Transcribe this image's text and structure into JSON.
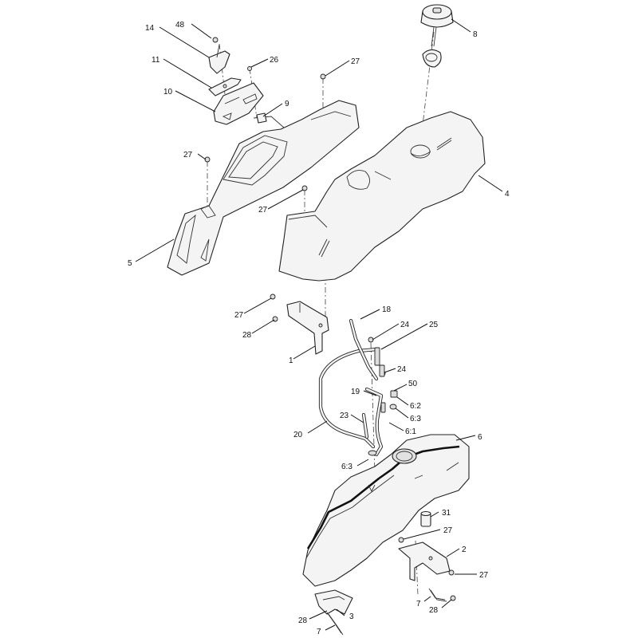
{
  "diagram": {
    "callouts": [
      {
        "id": "c48",
        "text": "48"
      },
      {
        "id": "c14",
        "text": "14"
      },
      {
        "id": "c11",
        "text": "11"
      },
      {
        "id": "c26",
        "text": "26"
      },
      {
        "id": "c27a",
        "text": "27"
      },
      {
        "id": "c10",
        "text": "10"
      },
      {
        "id": "c9",
        "text": "9"
      },
      {
        "id": "c8",
        "text": "8"
      },
      {
        "id": "c27b",
        "text": "27"
      },
      {
        "id": "c4",
        "text": "4"
      },
      {
        "id": "c27c",
        "text": "27"
      },
      {
        "id": "c5",
        "text": "5"
      },
      {
        "id": "c27d",
        "text": "27"
      },
      {
        "id": "c28a",
        "text": "28"
      },
      {
        "id": "c1",
        "text": "1"
      },
      {
        "id": "c18",
        "text": "18"
      },
      {
        "id": "c24a",
        "text": "24"
      },
      {
        "id": "c25",
        "text": "25"
      },
      {
        "id": "c24b",
        "text": "24"
      },
      {
        "id": "c19",
        "text": "19"
      },
      {
        "id": "c50",
        "text": "50"
      },
      {
        "id": "c6_2",
        "text": "6:2"
      },
      {
        "id": "c6_3a",
        "text": "6:3"
      },
      {
        "id": "c23",
        "text": "23"
      },
      {
        "id": "c6_1",
        "text": "6:1"
      },
      {
        "id": "c20",
        "text": "20"
      },
      {
        "id": "c6",
        "text": "6"
      },
      {
        "id": "c6_3b",
        "text": "6:3"
      },
      {
        "id": "c31",
        "text": "31"
      },
      {
        "id": "c27e",
        "text": "27"
      },
      {
        "id": "c2",
        "text": "2"
      },
      {
        "id": "c27f",
        "text": "27"
      },
      {
        "id": "c7a",
        "text": "7"
      },
      {
        "id": "c28b",
        "text": "28"
      },
      {
        "id": "c28c",
        "text": "28"
      },
      {
        "id": "c3",
        "text": "3"
      },
      {
        "id": "c7b",
        "text": "7"
      }
    ]
  }
}
